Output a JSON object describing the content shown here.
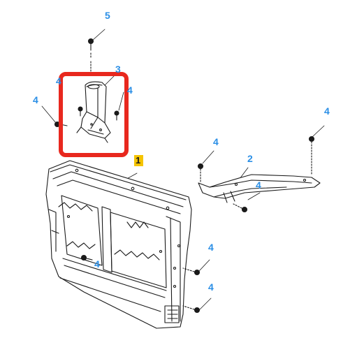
{
  "colors": {
    "callout": "#2b8fe6",
    "primary_highlight": "#f5c400",
    "focus_box": "#e8281e",
    "linework": "#1a1a1a"
  },
  "callouts": [
    {
      "id": "c5",
      "text": "5"
    },
    {
      "id": "c3",
      "text": "3"
    },
    {
      "id": "c4a",
      "text": "4"
    },
    {
      "id": "c4b",
      "text": "4"
    },
    {
      "id": "c4c",
      "text": "4"
    },
    {
      "id": "c4d",
      "text": "4"
    },
    {
      "id": "c4e",
      "text": "4"
    },
    {
      "id": "c2",
      "text": "2"
    },
    {
      "id": "c4f",
      "text": "4"
    },
    {
      "id": "c1",
      "text": "1"
    },
    {
      "id": "c4g",
      "text": "4"
    },
    {
      "id": "c4h",
      "text": "4"
    },
    {
      "id": "c4i",
      "text": "4"
    }
  ]
}
